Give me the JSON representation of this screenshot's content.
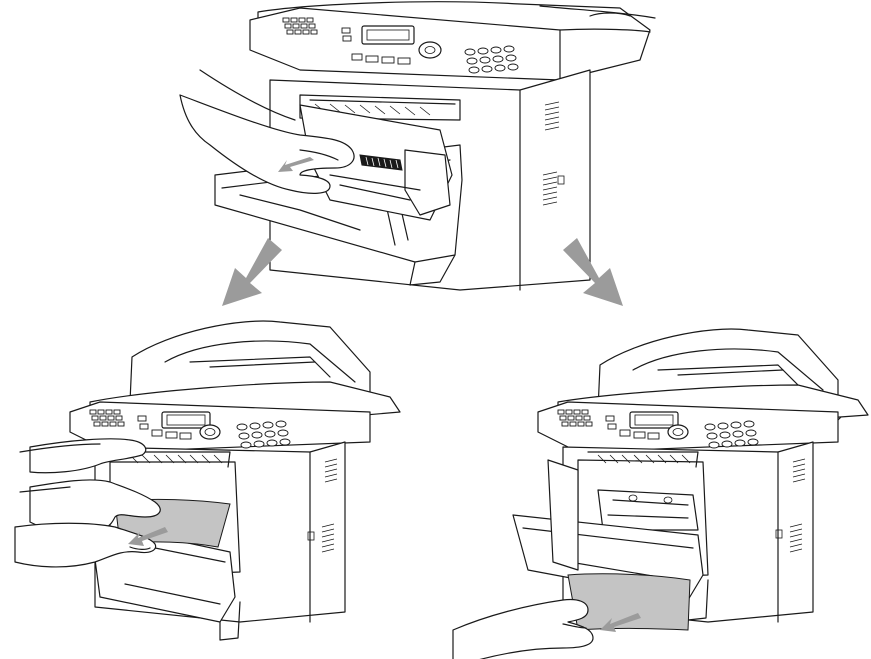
{
  "colors": {
    "line": "#1a1a1a",
    "arrow": "#9b9b9b",
    "paper": "#c4c4c4",
    "background": "#ffffff"
  },
  "illustration": {
    "steps": [
      {
        "id": "remove-drum-unit",
        "icon": "printer-drum-removal"
      },
      {
        "id": "pull-paper-from-drum-opening",
        "icon": "printer-paper-jam-front"
      },
      {
        "id": "pull-paper-from-tray-opening",
        "icon": "printer-paper-jam-bottom"
      }
    ],
    "transitions": [
      {
        "from": "remove-drum-unit",
        "to": "pull-paper-from-drum-opening",
        "icon": "arrow-down-left"
      },
      {
        "from": "remove-drum-unit",
        "to": "pull-paper-from-tray-opening",
        "icon": "arrow-down-right"
      }
    ]
  }
}
